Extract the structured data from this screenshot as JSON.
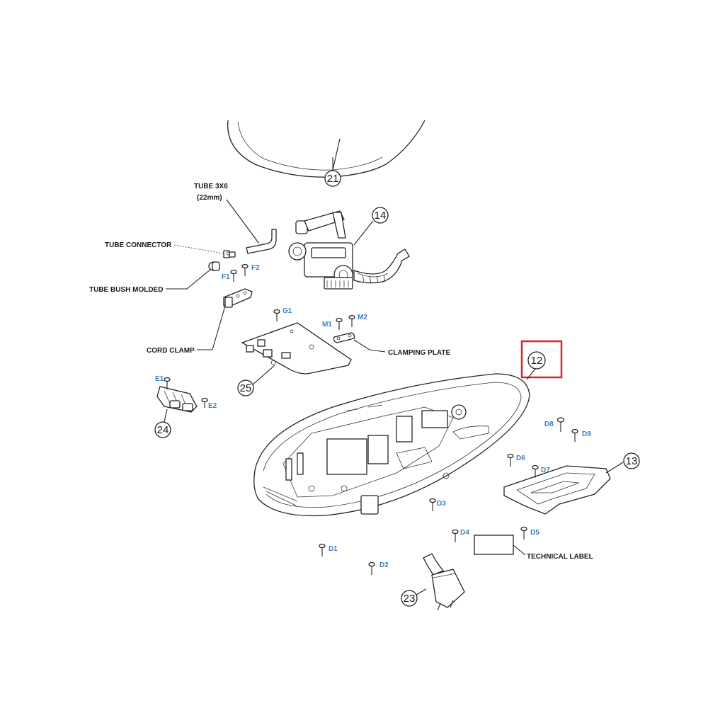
{
  "labels": {
    "tube": "TUBE 3X6",
    "tube_len": "(22mm)",
    "tube_connector": "TUBE CONNECTOR",
    "tube_bush": "TUBE BUSH MOLDED",
    "cord_clamp": "CORD CLAMP",
    "clamping_plate": "CLAMPING PLATE",
    "technical_label": "TECHNICAL LABEL"
  },
  "parts": {
    "p21": "21",
    "p14": "14",
    "p25": "25",
    "p24": "24",
    "p12": "12",
    "p13": "13",
    "p23": "23"
  },
  "screws": {
    "F1": "F1",
    "F2": "F2",
    "G1": "G1",
    "M1": "M1",
    "M2": "M2",
    "E1": "E1",
    "E2": "E2",
    "D1": "D1",
    "D2": "D2",
    "D3": "D3",
    "D4": "D4",
    "D5": "D5",
    "D6": "D6",
    "D7": "D7",
    "D8": "D8",
    "D9": "D9"
  },
  "colors": {
    "highlight": "#d9262c",
    "screw_label": "#3b7fc4",
    "line": "#222222"
  }
}
